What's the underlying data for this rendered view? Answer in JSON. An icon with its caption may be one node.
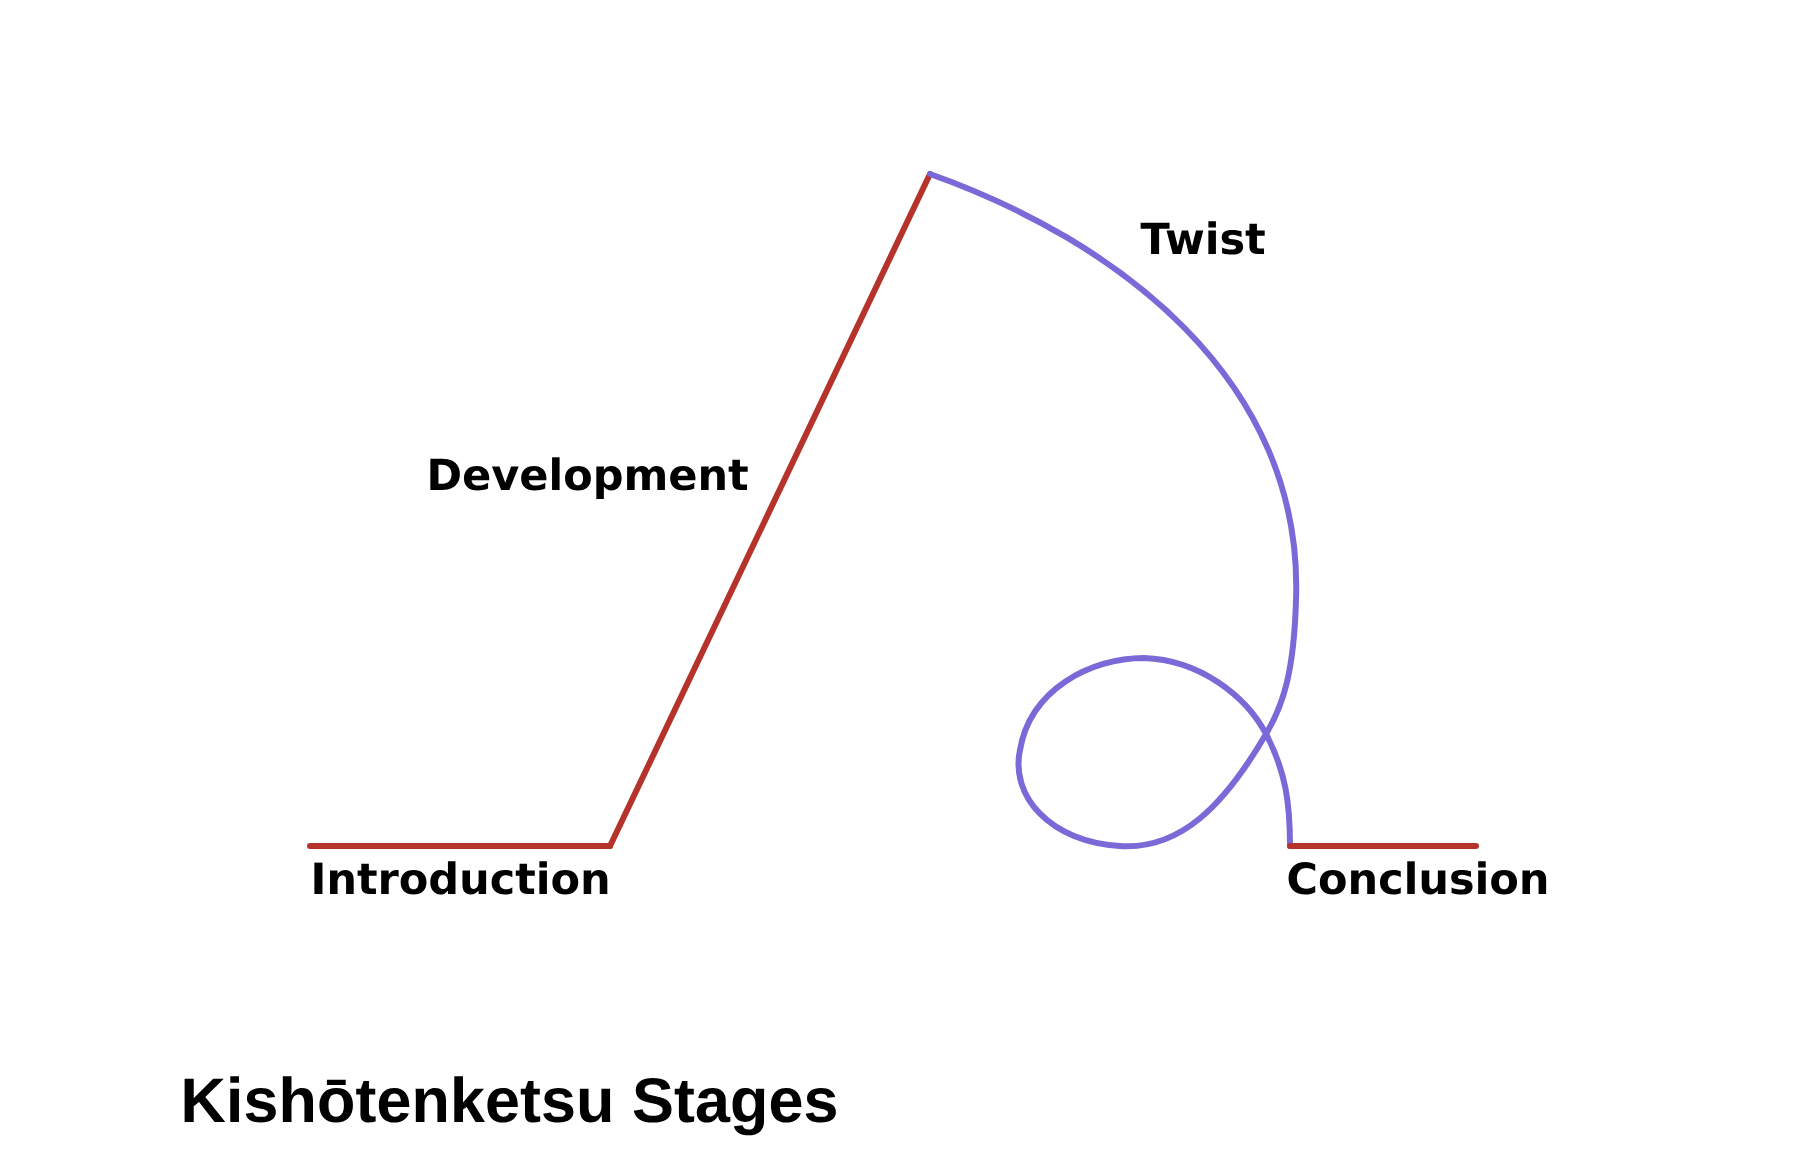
{
  "diagram": {
    "caption": "Kishōtenketsu Stages",
    "labels": [
      "Twist",
      "Development",
      "Introduction",
      "Conclusion"
    ]
  }
}
